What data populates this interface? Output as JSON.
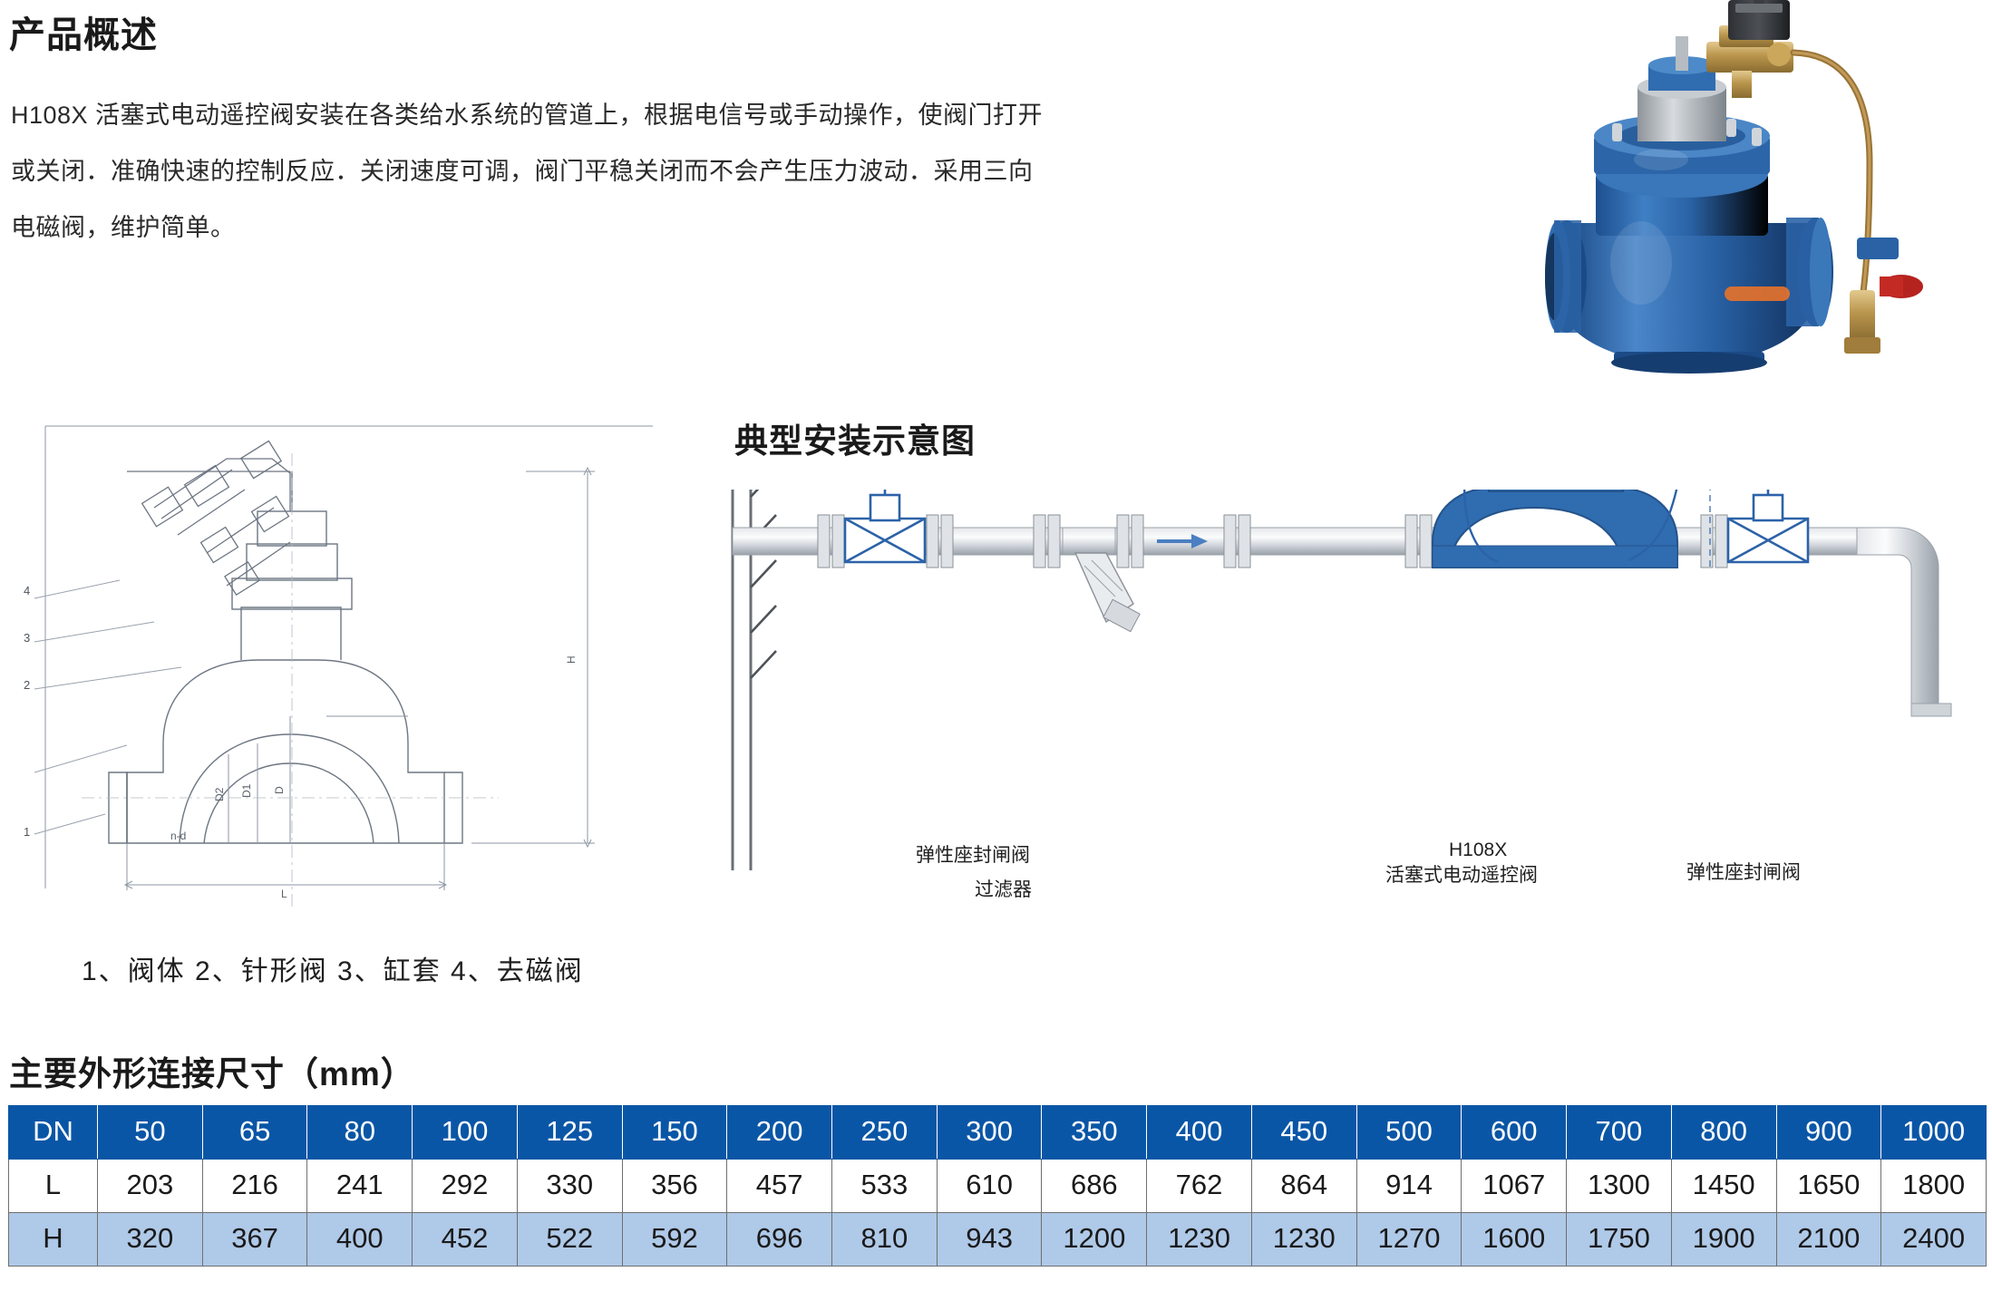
{
  "page": {
    "title": "产品概述",
    "intro_lines": [
      "H108X 活塞式电动遥控阀安装在各类给水系统的管道上，根据电信号或手动操作，使阀门打开",
      "或关闭．准确快速的控制反应．关闭速度可调，阀门平稳关闭而不会产生压力波动．采用三向",
      "电磁阀，维护简单。"
    ]
  },
  "section_drawing": {
    "parts_legend": "1、阀体  2、针形阀  3、缸套  4、去磁阀",
    "callouts": [
      "1",
      "2",
      "3",
      "4"
    ],
    "dim_labels": [
      "L",
      "H",
      "D",
      "D1",
      "D2",
      "n-d"
    ]
  },
  "install": {
    "title": "典型安装示意图",
    "labels": {
      "gate_valve_left": "弹性座封闸阀",
      "strainer": "过滤器",
      "main_valve_model": "H108X",
      "main_valve_name": "活塞式电动遥控阀",
      "gate_valve_right": "弹性座封闸阀"
    }
  },
  "dimensions": {
    "title": "主要外形连接尺寸（mm）",
    "row_labels": [
      "DN",
      "L",
      "H"
    ],
    "dn": [
      "50",
      "65",
      "80",
      "100",
      "125",
      "150",
      "200",
      "250",
      "300",
      "350",
      "400",
      "450",
      "500",
      "600",
      "700",
      "800",
      "900",
      "1000"
    ],
    "L": [
      "203",
      "216",
      "241",
      "292",
      "330",
      "356",
      "457",
      "533",
      "610",
      "686",
      "762",
      "864",
      "914",
      "1067",
      "1300",
      "1450",
      "1650",
      "1800"
    ],
    "H": [
      "320",
      "367",
      "400",
      "452",
      "522",
      "592",
      "696",
      "810",
      "943",
      "1200",
      "1230",
      "1230",
      "1270",
      "1600",
      "1750",
      "1900",
      "2100",
      "2400"
    ]
  },
  "colors": {
    "header_blue": "#0a56a6",
    "row_light_blue": "#afc9e8",
    "valve_blue": "#1a5fa8",
    "text_dark": "#231f20"
  }
}
